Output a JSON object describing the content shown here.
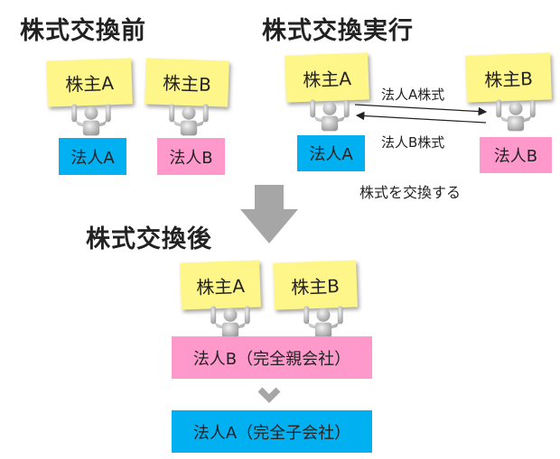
{
  "headings": {
    "before": "株式交換前",
    "execution": "株式交換実行",
    "after": "株式交換後"
  },
  "shareholders": {
    "a": "株主A",
    "b": "株主B"
  },
  "corporations": {
    "a": "法人A",
    "b": "法人B",
    "b_parent": "法人B（完全親会社）",
    "a_subsidiary": "法人A（完全子会社）"
  },
  "exchange": {
    "a_shares": "法人A株式",
    "b_shares": "法人B株式",
    "caption": "株式を交換する"
  },
  "colors": {
    "note": "#fff68a",
    "corp_a": "#00b0f0",
    "corp_b": "#ff99cc",
    "arrow": "#a6a6a6",
    "person": "#c8c8c8"
  }
}
